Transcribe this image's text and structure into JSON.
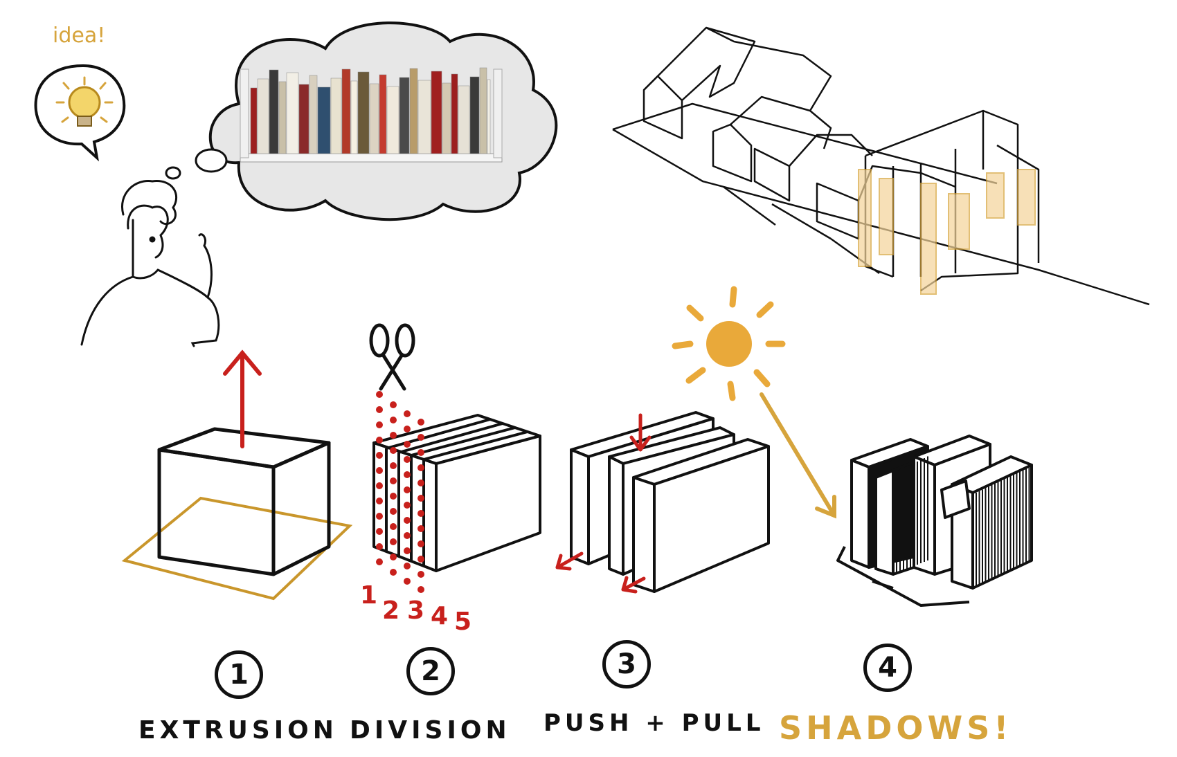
{
  "idea_text": "idea!",
  "steps": [
    {
      "number": "1",
      "label": "EXTRUSION"
    },
    {
      "number": "2",
      "label": "DIVISION"
    },
    {
      "number": "3",
      "label": "PUSH + PULL"
    },
    {
      "number": "4",
      "label": "SHADOWS!"
    }
  ],
  "division_marks": [
    "1",
    "2",
    "3",
    "4",
    "5"
  ],
  "colors": {
    "ink": "#111111",
    "accent_red": "#c8201c",
    "accent_gold": "#d6a43c",
    "sun": "#e9a93a"
  },
  "icons": [
    "lightbulb-icon",
    "scissors-icon",
    "sun-icon",
    "thought-cloud",
    "bookshelf-image",
    "person-sketch",
    "building-sketch"
  ]
}
